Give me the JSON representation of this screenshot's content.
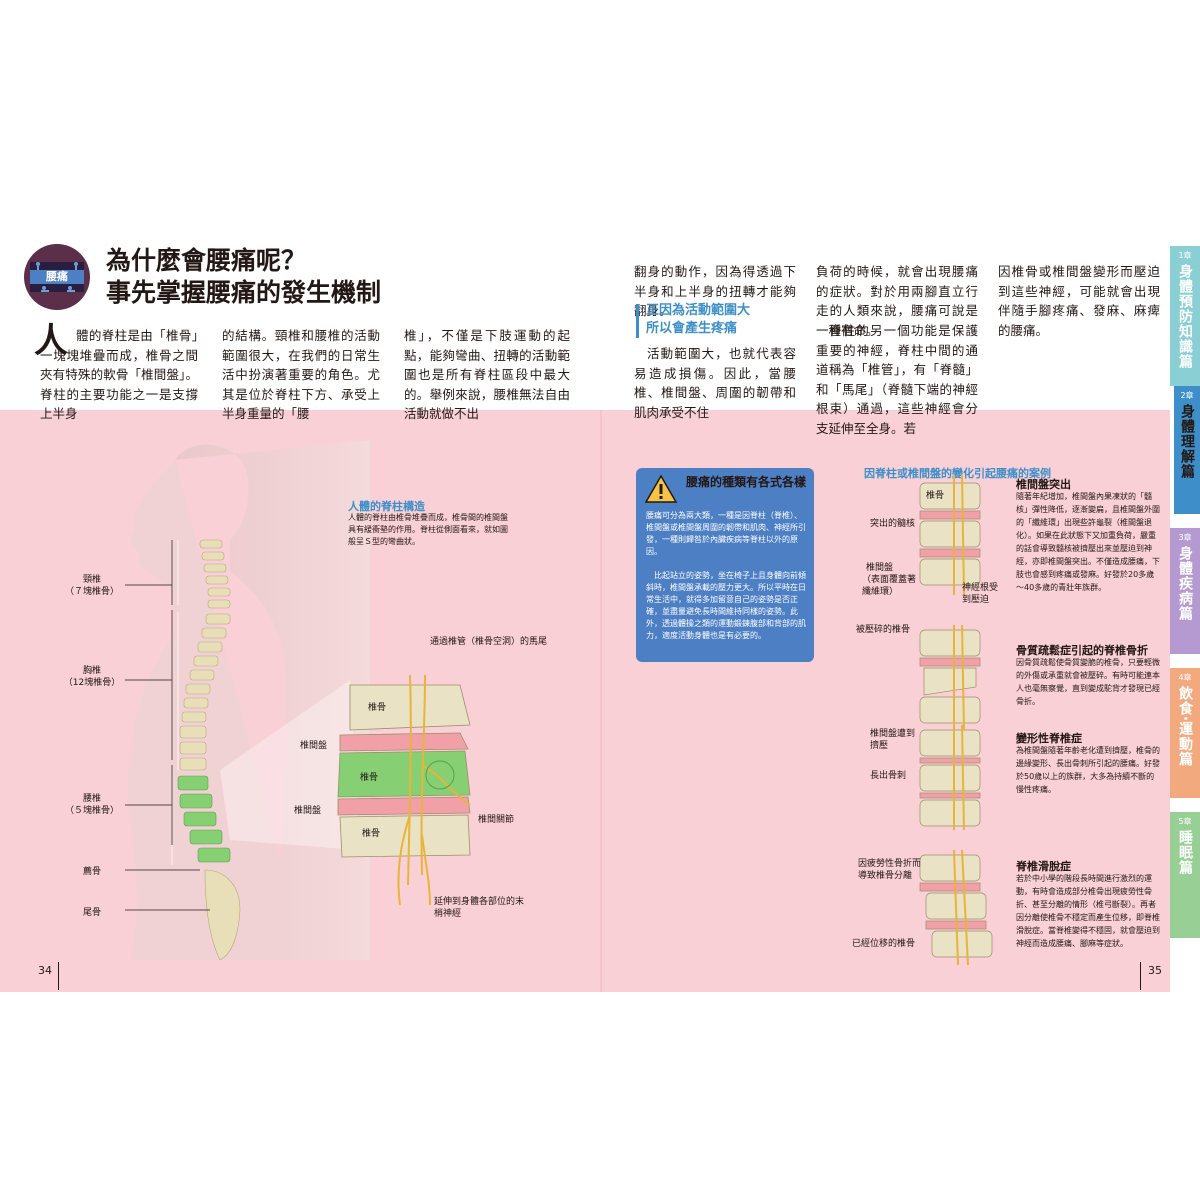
{
  "header": {
    "badge": "腰痛",
    "title_line1": "為什麼會腰痛呢？",
    "title_line2": "事先掌握腰痛的發生機制"
  },
  "intro": {
    "dropcap": "人",
    "col1": "體的脊柱是由「椎骨」一塊塊堆疊而成，椎骨之間夾有特殊的軟骨「椎間盤」。脊柱的主要功能之一是支撐上半身",
    "col2": "的結構。頸椎和腰椎的活動範圍很大，在我們的日常生活中扮演著重要的角色。尤其是位於脊柱下方、承受上半身重量的「腰",
    "col3": "椎」，不僅是下肢運動的起點，能夠彎曲、扭轉的活動範圍也是所有脊柱區段中最大的。舉例來說，腰椎無法自由活動就做不出",
    "col4": "翻身的動作，因為得透過下半身和上半身的扭轉才能夠翻身。",
    "subhead1": "正因為活動範圍大",
    "subhead2": "所以會產生疼痛",
    "col4b": "活動範圍大，也就代表容易造成損傷。因此，當腰椎、椎間盤、周圍的韌帶和肌肉承受不住",
    "col5": "負荷的時候，就會出現腰痛的症狀。對於用兩腳直立行走的人類來說，腰痛可說是一種宿命。",
    "col5b": "脊柱的另一個功能是保護重要的神經，脊柱中間的通道稱為「椎管」，有「脊髓」和「馬尾」（脊髓下端的神經根束）通過，這些神經會分支延伸至全身。若",
    "col6": "因椎骨或椎間盤變形而壓迫到這些神經，可能就會出現伴隨手腳疼痛、發麻、麻痺的腰痛。"
  },
  "spine_figure": {
    "caption_title": "人體的脊柱構造",
    "caption_text": "人體的脊柱由椎骨堆疊而成，椎骨間的椎間盤具有緩衝墊的作用。脊柱從側面看來，就如圖般呈Ｓ型的彎曲狀。",
    "cervical": "頸椎",
    "cervical_sub": "（７塊椎骨）",
    "thoracic": "胸椎",
    "thoracic_sub": "（12塊椎骨）",
    "lumbar": "腰椎",
    "lumbar_sub": "（５塊椎骨）",
    "sacrum": "薦骨",
    "coccyx": "尾骨",
    "canal_label": "通過椎管（椎骨空洞）的馬尾",
    "vertebra1": "椎骨",
    "vertebra2": "椎骨",
    "vertebra3": "椎骨",
    "disc1": "椎間盤",
    "disc2": "椎間盤",
    "facet": "椎間關節",
    "nerve_label": "延伸到身體各部位的末梢神經"
  },
  "warning_box": {
    "title": "腰痛的種類有各式各樣",
    "p1": "腰痛可分為兩大類，一種是因脊柱（脊椎）、椎間盤或椎間盤周圍的韌帶和肌肉、神經所引發，一種則歸咎於內臟疾病等脊柱以外的原因。",
    "p2": "比起站立的姿勢，坐在椅子上且身體向前傾斜時，椎間盤承載的壓力更大。所以平時在日常生活中，就得多加留意自己的姿勢是否正確，並盡量避免長時間維持同樣的姿勢。此外，透過體操之類的運動鍛鍊腹部和背部的肌力，適度活動身體也是有必要的。",
    "color": "#4d7fc4"
  },
  "cases": {
    "heading": "因脊柱或椎間盤的變化引起腰痛的案例",
    "items": [
      {
        "title": "椎間盤突出",
        "text": "隨著年紀增加，椎間盤內果凍狀的「髓核」彈性降低，逐漸變扁，且椎間盤外圍的「纖維環」出現些許龜裂（椎間盤退化）。如果在此狀態下又加重負荷，嚴重的話會導致髓核被擠壓出來並壓迫到神經，亦即椎間盤突出。不僅造成腰痛，下肢也會感到疼痛或發麻。好發於20多歲～40多歲的青壯年族群。",
        "l1": "椎骨",
        "l2": "突出的髓核",
        "l3": "椎間盤",
        "l4": "（表面覆蓋著纖維環）",
        "l5": "神經根受到壓迫"
      },
      {
        "title": "骨質疏鬆症引起的脊椎骨折",
        "text": "因骨質疏鬆使骨質變脆的椎骨，只要輕微的外傷或承重就會被壓碎。有時可能連本人也毫無察覺，直到變成駝背才發現已經骨折。",
        "l1": "被壓碎的椎骨"
      },
      {
        "title": "變形性脊椎症",
        "text": "為椎間盤隨著年齡老化遭到擠壓，椎骨的邊緣變形、長出骨刺所引起的腰痛。好發於50歲以上的族群，大多為持續不斷的慢性疼痛。",
        "l1": "椎間盤遭到擠壓",
        "l2": "長出骨刺"
      },
      {
        "title": "脊椎滑脫症",
        "text": "若於中小學的階段長時間進行激烈的運動，有時會造成部分椎骨出現疲勞性骨折、甚至分離的情形（椎弓斷裂）。再者因分離使椎骨不穩定而產生位移，即脊椎滑脫症。當脊椎變得不穩固，就會壓迫到神經而造成腰痛、腳麻等症狀。",
        "l1": "因疲勞性骨折而導致椎骨分離",
        "l2": "已經位移的椎骨"
      }
    ]
  },
  "tabs": [
    {
      "num": "1章",
      "name": "身體預防知識篇",
      "color": "#89cfd4"
    },
    {
      "num": "2章",
      "name": "身體理解篇",
      "color": "#3e8fc9"
    },
    {
      "num": "3章",
      "name": "身體疾病篇",
      "color": "#b49ad0"
    },
    {
      "num": "4章",
      "name": "飲食‧運動篇",
      "color": "#f2a97e"
    },
    {
      "num": "5章",
      "name": "睡眠篇",
      "color": "#97cf95"
    }
  ],
  "page_left": "34",
  "page_right": "35"
}
